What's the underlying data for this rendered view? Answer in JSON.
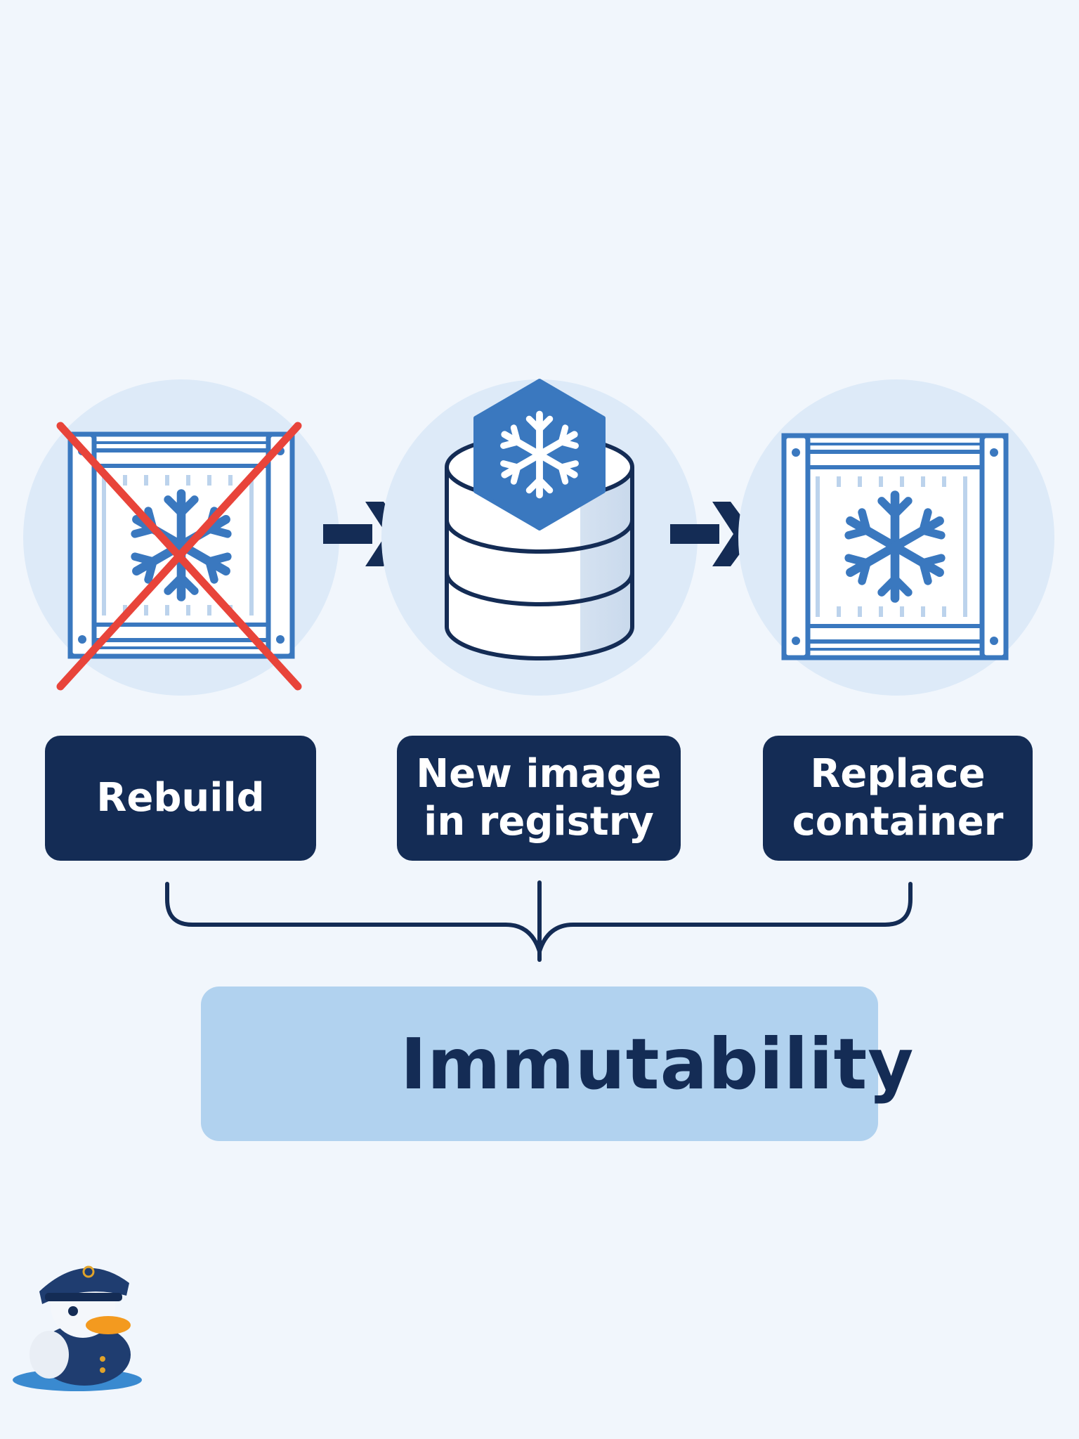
{
  "steps": [
    {
      "label": "Rebuild",
      "icon": "container-crossed-icon"
    },
    {
      "label": "New image\nin registry",
      "icon": "registry-database-icon"
    },
    {
      "label": "Replace\ncontainer",
      "icon": "container-icon"
    }
  ],
  "result": {
    "label": "Immutability",
    "icon": "shield-lock-icon"
  },
  "mascot": {
    "icon": "captain-duck-mascot-icon"
  },
  "colors": {
    "navy": "#142c55",
    "accent_blue": "#3a78bf",
    "circle_bg": "#ddeaf8",
    "banner_bg": "#b1d2ef",
    "cross_red": "#e8443a",
    "page_bg": "#f1f6fc"
  }
}
